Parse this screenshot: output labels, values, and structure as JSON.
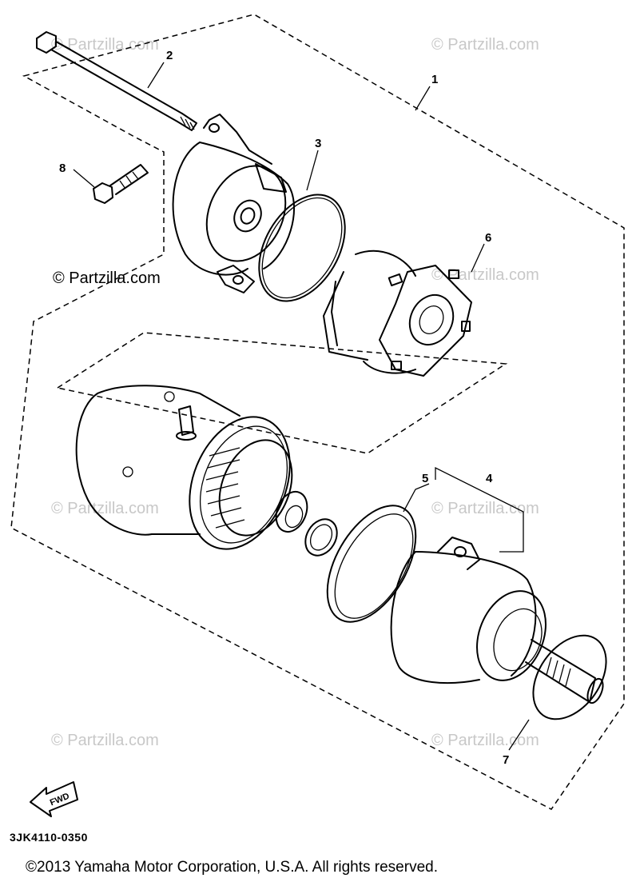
{
  "callouts": {
    "c1": "1",
    "c2": "2",
    "c3": "3",
    "c4": "4",
    "c5": "5",
    "c6": "6",
    "c7": "7",
    "c8": "8"
  },
  "watermark": {
    "text": "© Partzilla.com",
    "dark_text": "© Partzilla.com"
  },
  "fwd_label": "FWD",
  "part_code": "3JK4110-0350",
  "copyright": "©2013  Yamaha Motor Corporation, U.S.A. All rights reserved."
}
